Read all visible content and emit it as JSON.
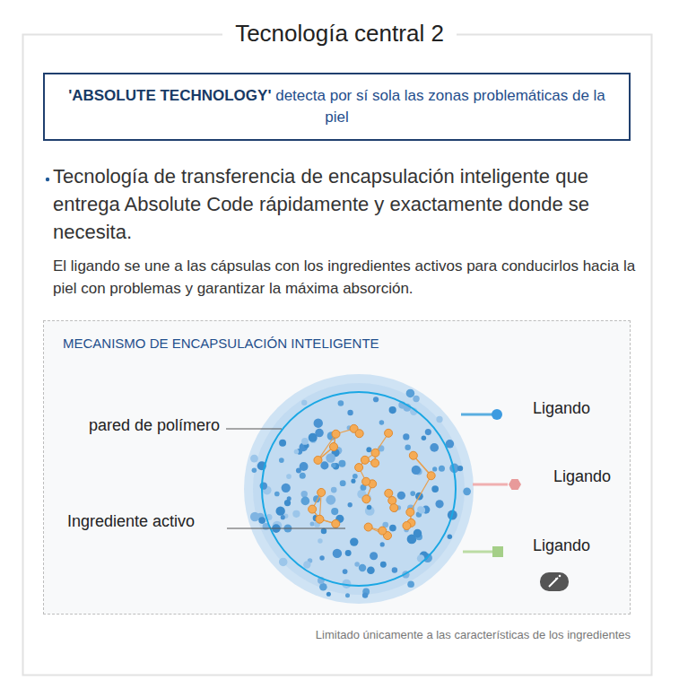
{
  "diagram": {
    "title": "Tecnología central 2",
    "nodes": [
      {
        "text": [
          "'ABSOLUTE TECHNOLOGY'",
          "detecta por sí sola las zonas problemáticas de la piel"
        ]
      },
      {
        "text": [
          "MECANISMO DE ENCAPSULACIÓN INTELIGENTE"
        ]
      }
    ],
    "labels": [
      "Tecnología de transferencia de encapsulación inteligente que entrega Absolute Code rápidamente y exactamente donde se necesita.",
      "El ligando se une a las cápsulas con los ingredientes activos para conducirlos hacia la piel con problemas y garantizar la máxima absorción.",
      "Ligando",
      "pared de polímero",
      "Ligando",
      "Ingrediente activo",
      "Ligando"
    ],
    "caption": "Limitado únicamente a las características de los ingredientes"
  }
}
